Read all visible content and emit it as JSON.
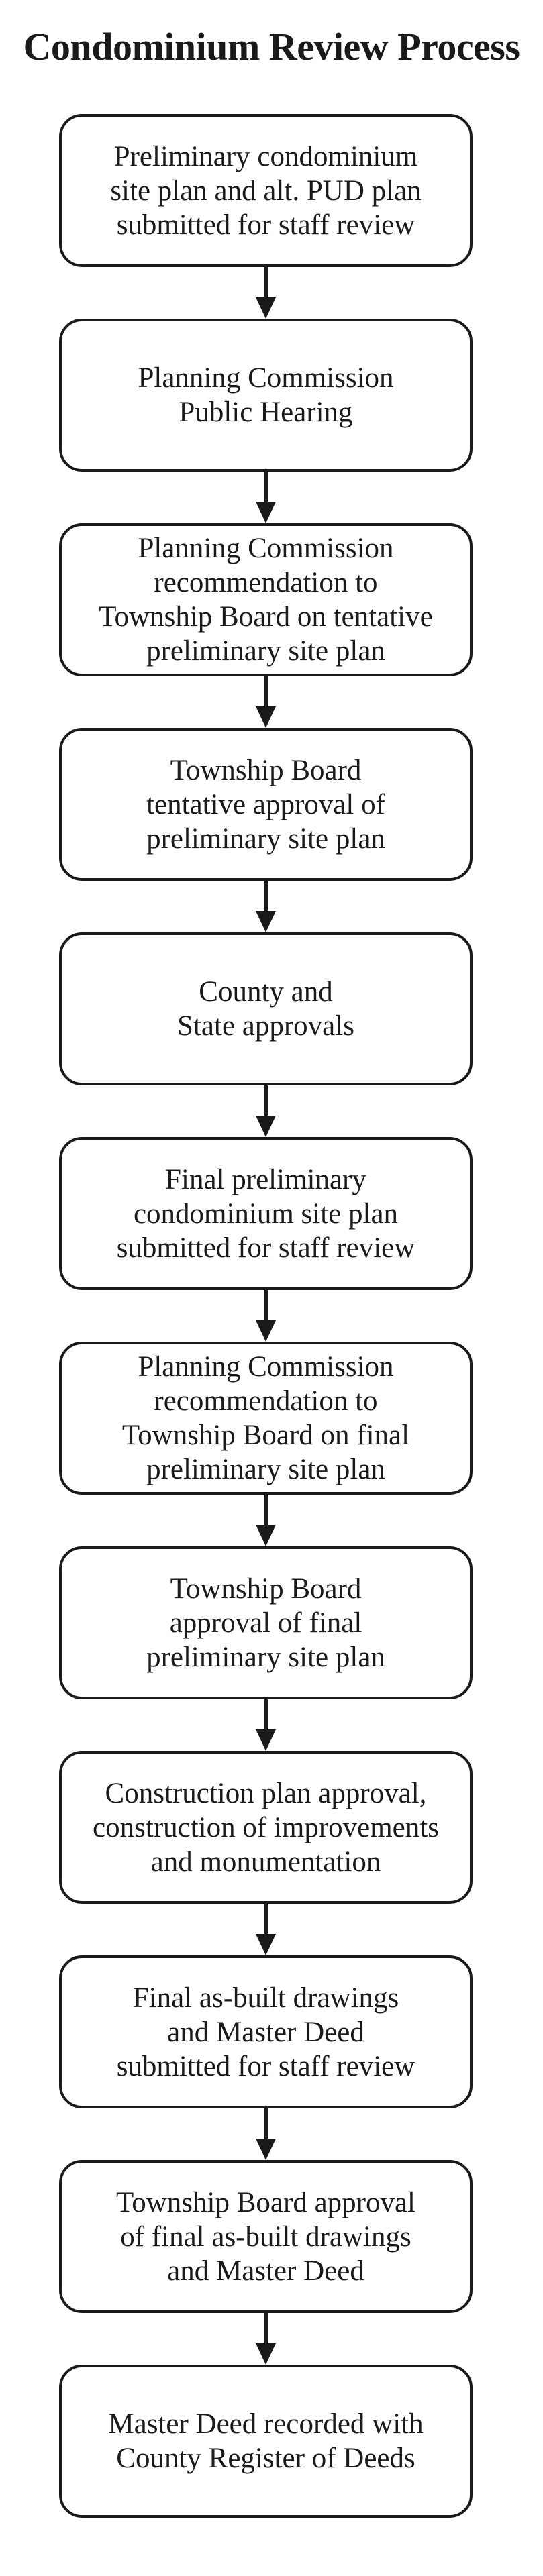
{
  "title": "Condominium Review Process",
  "colors": {
    "ink": "#1a1a1a",
    "paper": "#ffffff"
  },
  "flow": {
    "steps": [
      {
        "label": "Preliminary condominium\nsite plan and alt. PUD plan\nsubmitted for staff review"
      },
      {
        "label": "Planning Commission\nPublic Hearing"
      },
      {
        "label": "Planning Commission\nrecommendation to\nTownship Board on tentative\npreliminary site plan"
      },
      {
        "label": "Township Board\ntentative approval of\npreliminary site plan"
      },
      {
        "label": "County and\nState approvals"
      },
      {
        "label": "Final preliminary\ncondominium site plan\nsubmitted for staff review"
      },
      {
        "label": "Planning Commission\nrecommendation to\nTownship Board on final\npreliminary site plan"
      },
      {
        "label": "Township Board\napproval of final\npreliminary site plan"
      },
      {
        "label": "Construction plan approval,\nconstruction of improvements\nand monumentation"
      },
      {
        "label": "Final as-built drawings\nand Master Deed\nsubmitted for staff review"
      },
      {
        "label": "Township Board approval\nof final as-built drawings\nand Master Deed"
      },
      {
        "label": "Master Deed recorded with\nCounty Register of Deeds"
      }
    ]
  }
}
